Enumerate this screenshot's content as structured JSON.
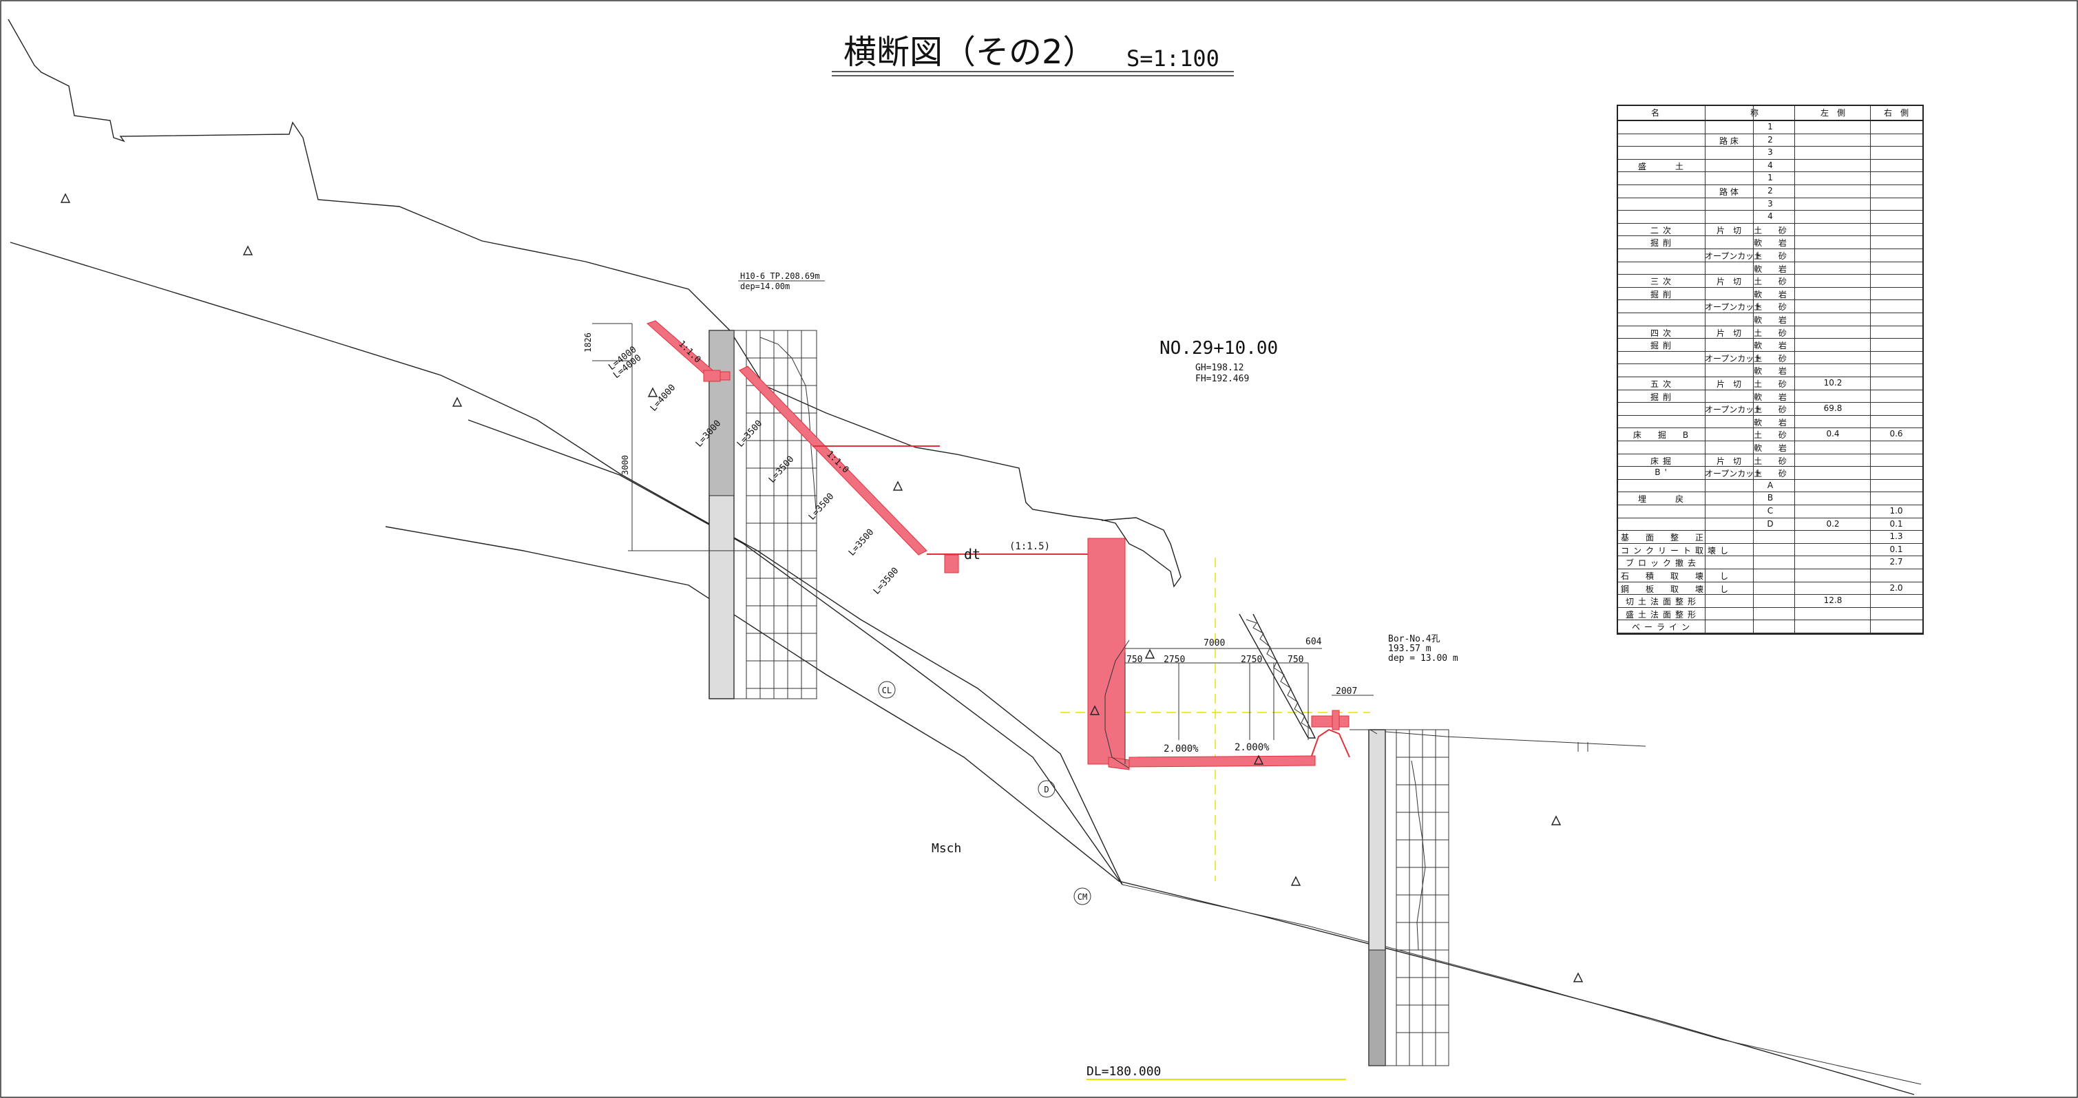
{
  "title": {
    "main": "横断図（その2）",
    "scale": "S=1:100"
  },
  "station": {
    "no": "NO.29+10.00",
    "gh": "GH=198.12",
    "fh": "FH=192.469"
  },
  "datum_line": "DL=180.000",
  "boreholes": [
    {
      "name": "H10-6 TP.208.69m",
      "depth": "dep=14.00m"
    },
    {
      "name": "Bor-No.4孔",
      "elev": "193.57 m",
      "depth": "dep = 13.00 m"
    }
  ],
  "labels": {
    "dt": "dt",
    "msch": "Msch",
    "cl": "CL",
    "d": "D",
    "cm": "CM",
    "slope_15": "(1:1.5)",
    "slope_10a": "1:1.0",
    "slope_10b": "1:1.0",
    "grade_left": "2.000%",
    "grade_right": "2.000%"
  },
  "dimensions": {
    "d7000": "7000",
    "d2750a": "2750",
    "d2750b": "2750",
    "d750a": "750",
    "d750b": "750",
    "d604": "604",
    "d2007": "2007",
    "d1826": "1826",
    "d3000": "3000",
    "l4000a": "L=4000",
    "l4000b": "L=4000",
    "l4000c": "L=4000",
    "l3000": "L=3000",
    "l3500a": "L=3500",
    "l3500b": "L=3500",
    "l3500c": "L=3500",
    "l3500d": "L=3500"
  },
  "quantity_table": {
    "header": {
      "name": "名　　　　　　　称",
      "left": "左　側",
      "right": "右　側"
    },
    "rows": [
      {
        "name": "",
        "sub": "",
        "kind": "1",
        "left": "",
        "right": ""
      },
      {
        "name": "",
        "sub": "路 床",
        "kind": "2",
        "left": "",
        "right": ""
      },
      {
        "name": "",
        "sub": "",
        "kind": "3",
        "left": "",
        "right": ""
      },
      {
        "name": "盛　　土",
        "sub": "",
        "kind": "4",
        "left": "",
        "right": ""
      },
      {
        "name": "",
        "sub": "",
        "kind": "1",
        "left": "",
        "right": ""
      },
      {
        "name": "",
        "sub": "路 体",
        "kind": "2",
        "left": "",
        "right": ""
      },
      {
        "name": "",
        "sub": "",
        "kind": "3",
        "left": "",
        "right": ""
      },
      {
        "name": "",
        "sub": "",
        "kind": "4",
        "left": "",
        "right": ""
      },
      {
        "name": "二次",
        "sub": "片　切",
        "kind": "土 砂",
        "left": "",
        "right": ""
      },
      {
        "name": "掘削",
        "sub": "",
        "kind": "軟 岩",
        "left": "",
        "right": ""
      },
      {
        "name": "",
        "sub": "オープンカット",
        "kind": "土 砂",
        "left": "",
        "right": ""
      },
      {
        "name": "",
        "sub": "",
        "kind": "軟 岩",
        "left": "",
        "right": ""
      },
      {
        "name": "三次",
        "sub": "片　切",
        "kind": "土 砂",
        "left": "",
        "right": ""
      },
      {
        "name": "掘削",
        "sub": "",
        "kind": "軟 岩",
        "left": "",
        "right": ""
      },
      {
        "name": "",
        "sub": "オープンカット",
        "kind": "土 砂",
        "left": "",
        "right": ""
      },
      {
        "name": "",
        "sub": "",
        "kind": "軟 岩",
        "left": "",
        "right": ""
      },
      {
        "name": "四次",
        "sub": "片　切",
        "kind": "土 砂",
        "left": "",
        "right": ""
      },
      {
        "name": "掘削",
        "sub": "",
        "kind": "軟 岩",
        "left": "",
        "right": ""
      },
      {
        "name": "",
        "sub": "オープンカット",
        "kind": "土 砂",
        "left": "",
        "right": ""
      },
      {
        "name": "",
        "sub": "",
        "kind": "軟 岩",
        "left": "",
        "right": ""
      },
      {
        "name": "五次",
        "sub": "片　切",
        "kind": "土 砂",
        "left": "10.2",
        "right": ""
      },
      {
        "name": "掘削",
        "sub": "",
        "kind": "軟 岩",
        "left": "",
        "right": ""
      },
      {
        "name": "",
        "sub": "オープンカット",
        "kind": "土 砂",
        "left": "69.8",
        "right": ""
      },
      {
        "name": "",
        "sub": "",
        "kind": "軟 岩",
        "left": "",
        "right": ""
      },
      {
        "name": "床　掘　B",
        "sub": "",
        "kind": "土 砂",
        "left": "0.4",
        "right": "0.6"
      },
      {
        "name": "",
        "sub": "",
        "kind": "軟 岩",
        "left": "",
        "right": ""
      },
      {
        "name": "床掘",
        "sub": "片　切",
        "kind": "土 砂",
        "left": "",
        "right": ""
      },
      {
        "name": "B'",
        "sub": "オープンカット",
        "kind": "土 砂",
        "left": "",
        "right": ""
      },
      {
        "name": "",
        "sub": "",
        "kind": "A",
        "left": "",
        "right": ""
      },
      {
        "name": "埋　　戻",
        "sub": "",
        "kind": "B",
        "left": "",
        "right": ""
      },
      {
        "name": "",
        "sub": "",
        "kind": "C",
        "left": "",
        "right": "1.0"
      },
      {
        "name": "",
        "sub": "",
        "kind": "D",
        "left": "0.2",
        "right": "0.1"
      },
      {
        "name": "基　面　整　正",
        "sub": "",
        "kind": "",
        "left": "",
        "right": "1.3"
      },
      {
        "name": "コンクリート取壊し",
        "sub": "",
        "kind": "",
        "left": "",
        "right": "0.1"
      },
      {
        "name": "ブロック撤去",
        "sub": "",
        "kind": "",
        "left": "",
        "right": "2.7"
      },
      {
        "name": "石　積　取　壊　し",
        "sub": "",
        "kind": "",
        "left": "",
        "right": ""
      },
      {
        "name": "鋼　板　取　壊　し",
        "sub": "",
        "kind": "",
        "left": "",
        "right": "2.0"
      },
      {
        "name": "切土法面整形",
        "sub": "",
        "kind": "",
        "left": "12.8",
        "right": ""
      },
      {
        "name": "盛土法面整形",
        "sub": "",
        "kind": "",
        "left": "",
        "right": ""
      },
      {
        "name": "ベーライン",
        "sub": "",
        "kind": "",
        "left": "",
        "right": ""
      }
    ]
  }
}
